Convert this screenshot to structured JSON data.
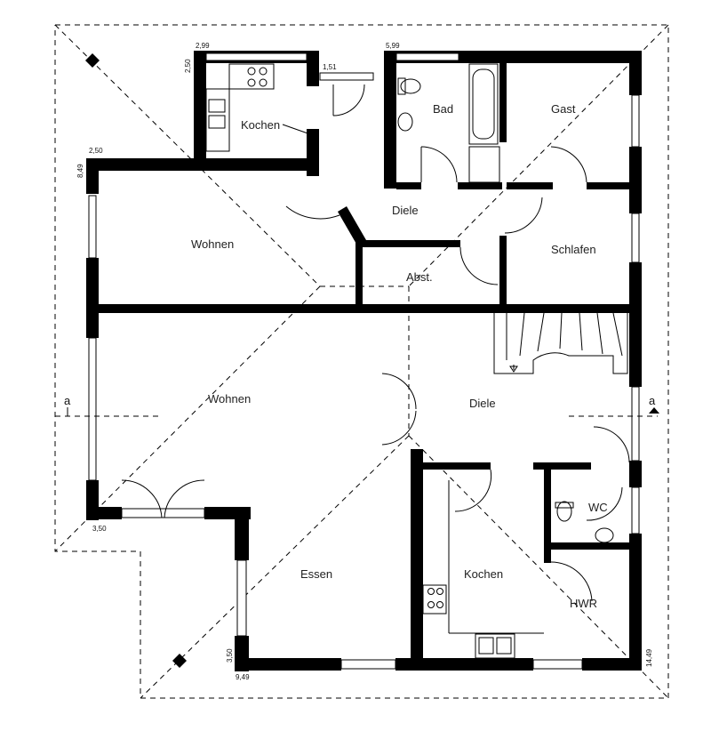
{
  "rooms": {
    "kochen_top": "Kochen",
    "bad": "Bad",
    "gast": "Gast",
    "diele_top": "Diele",
    "wohnen_top": "Wohnen",
    "schlafen": "Schlafen",
    "abst": "Abst.",
    "wohnen_bottom": "Wohnen",
    "diele_bottom": "Diele",
    "wc": "WC",
    "essen": "Essen",
    "kochen_bottom": "Kochen",
    "hwr": "HWR"
  },
  "dimensions": {
    "d_299": "2,99",
    "d_250_a": "2,50",
    "d_151": "1,51",
    "d_599": "5,99",
    "d_250_b": "2,50",
    "d_849": "8,49",
    "d_350_a": "3,50",
    "d_350_b": "3,50",
    "d_949": "9,49",
    "d_1449": "14,49"
  },
  "section_marks": {
    "left": "a",
    "right": "a"
  }
}
